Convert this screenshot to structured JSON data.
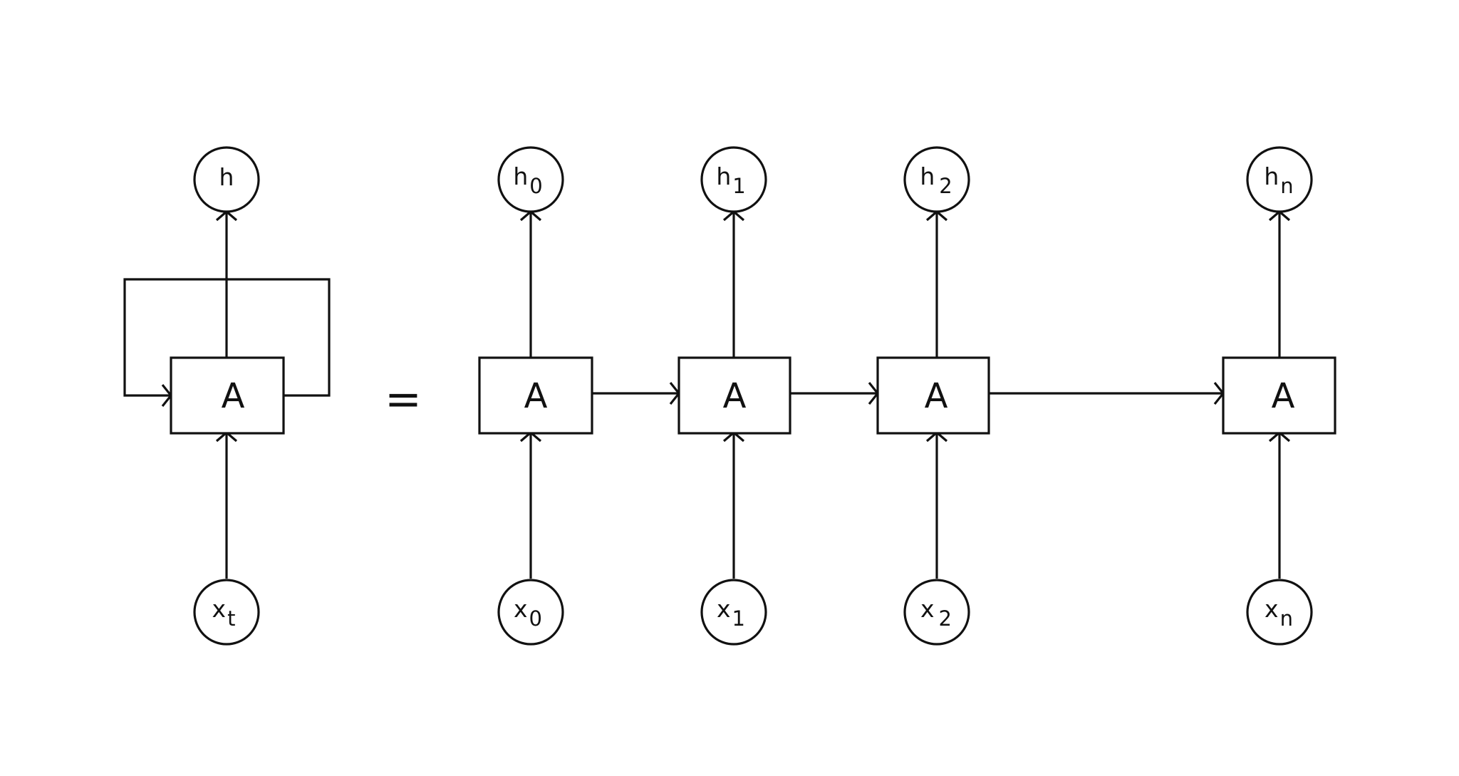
{
  "diagram": {
    "rolled": {
      "cell_label": "A",
      "output": {
        "main": "h",
        "sub": ""
      },
      "input": {
        "main": "x",
        "sub": "t"
      }
    },
    "equals": "=",
    "unrolled": [
      {
        "cell_label": "A",
        "output": {
          "main": "h",
          "sub": "0"
        },
        "input": {
          "main": "x",
          "sub": "0"
        }
      },
      {
        "cell_label": "A",
        "output": {
          "main": "h",
          "sub": "1"
        },
        "input": {
          "main": "x",
          "sub": "1"
        }
      },
      {
        "cell_label": "A",
        "output": {
          "main": "h",
          "sub": "2"
        },
        "input": {
          "main": "x",
          "sub": "2"
        }
      },
      {
        "cell_label": "A",
        "output": {
          "main": "h",
          "sub": "n"
        },
        "input": {
          "main": "x",
          "sub": "n"
        }
      }
    ],
    "colors": {
      "stroke": "#111111",
      "background": "#ffffff"
    }
  }
}
